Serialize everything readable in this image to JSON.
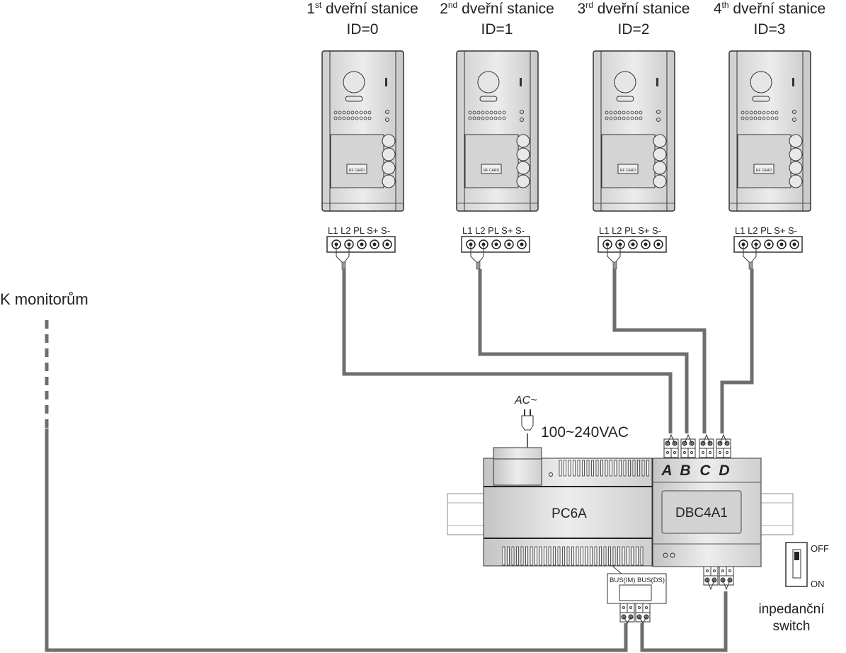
{
  "stations": [
    {
      "num": "1",
      "sup": "st",
      "title": " dveřní stanice",
      "id": "ID=0",
      "card": "RF CARD"
    },
    {
      "num": "2",
      "sup": "nd",
      "title": " dveřní stanice",
      "id": "ID=1",
      "card": "RF CARD"
    },
    {
      "num": "3",
      "sup": "rd",
      "title": " dveřní stanice",
      "id": "ID=2",
      "card": "RF CARD"
    },
    {
      "num": "4",
      "sup": "th",
      "title": " dveřní stanice",
      "id": "ID=3",
      "card": "RF CARD"
    }
  ],
  "terminal_labels": "L1  L2  PL S+ S-",
  "monitors_label": "K monitorům",
  "power": {
    "ac_label": "AC~",
    "voltage": "100~240VAC",
    "model": "PC6A"
  },
  "distributor": {
    "model": "DBC4A1",
    "ports": [
      "A",
      "B",
      "C",
      "D"
    ]
  },
  "bus": {
    "im": "BUS(IM)",
    "ds": "BUS(DS)"
  },
  "switch": {
    "off": "OFF",
    "on": "ON",
    "label_line1": "inpedanční",
    "label_line2": "switch"
  },
  "colors": {
    "wire": "#6e6e6e",
    "panel": "#d9d9d9"
  }
}
